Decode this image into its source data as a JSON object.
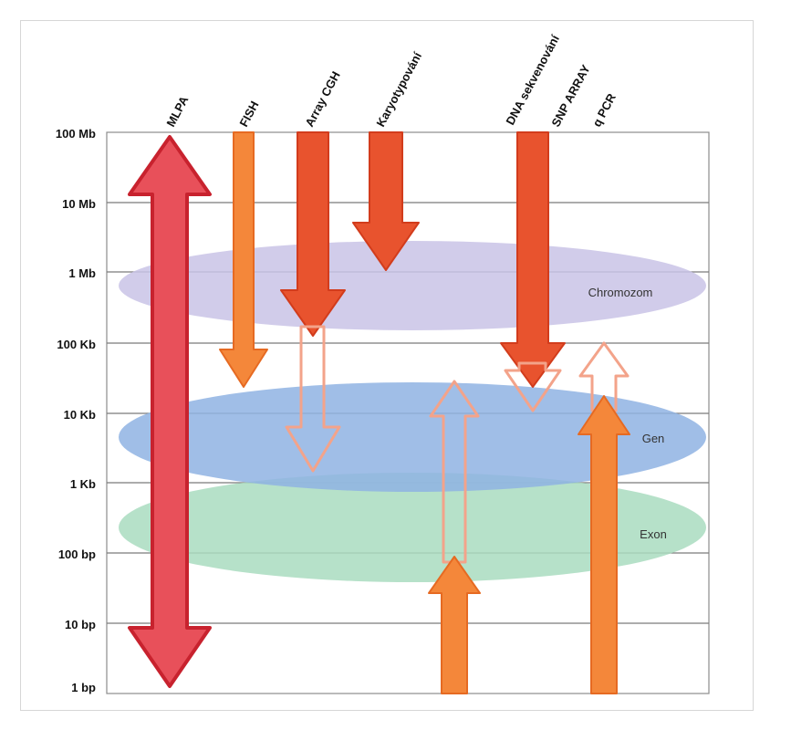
{
  "y_axis": {
    "labels": [
      "100 Mb",
      "10 Mb",
      "1 Mb",
      "100 Kb",
      "10 Kb",
      "1 Kb",
      "100 bp",
      "10 bp",
      "1 bp"
    ]
  },
  "methods": [
    "MLPA",
    "FISH",
    "Array CGH",
    "Karyotypování",
    "DNA sekvenování",
    "SNP ARRAY",
    "q PCR"
  ],
  "regions": [
    "Chromozom",
    "Gen",
    "Exon"
  ],
  "colors": {
    "mlpa": "#e8505a",
    "mlpa_dark": "#c8222e",
    "fish": "#f4873a",
    "red_orange": "#e8532e",
    "outline_pale": "#f3a38a",
    "chromozom": "#c9c3e6",
    "gen": "#9dbde6",
    "exon": "#a9dcc0"
  }
}
